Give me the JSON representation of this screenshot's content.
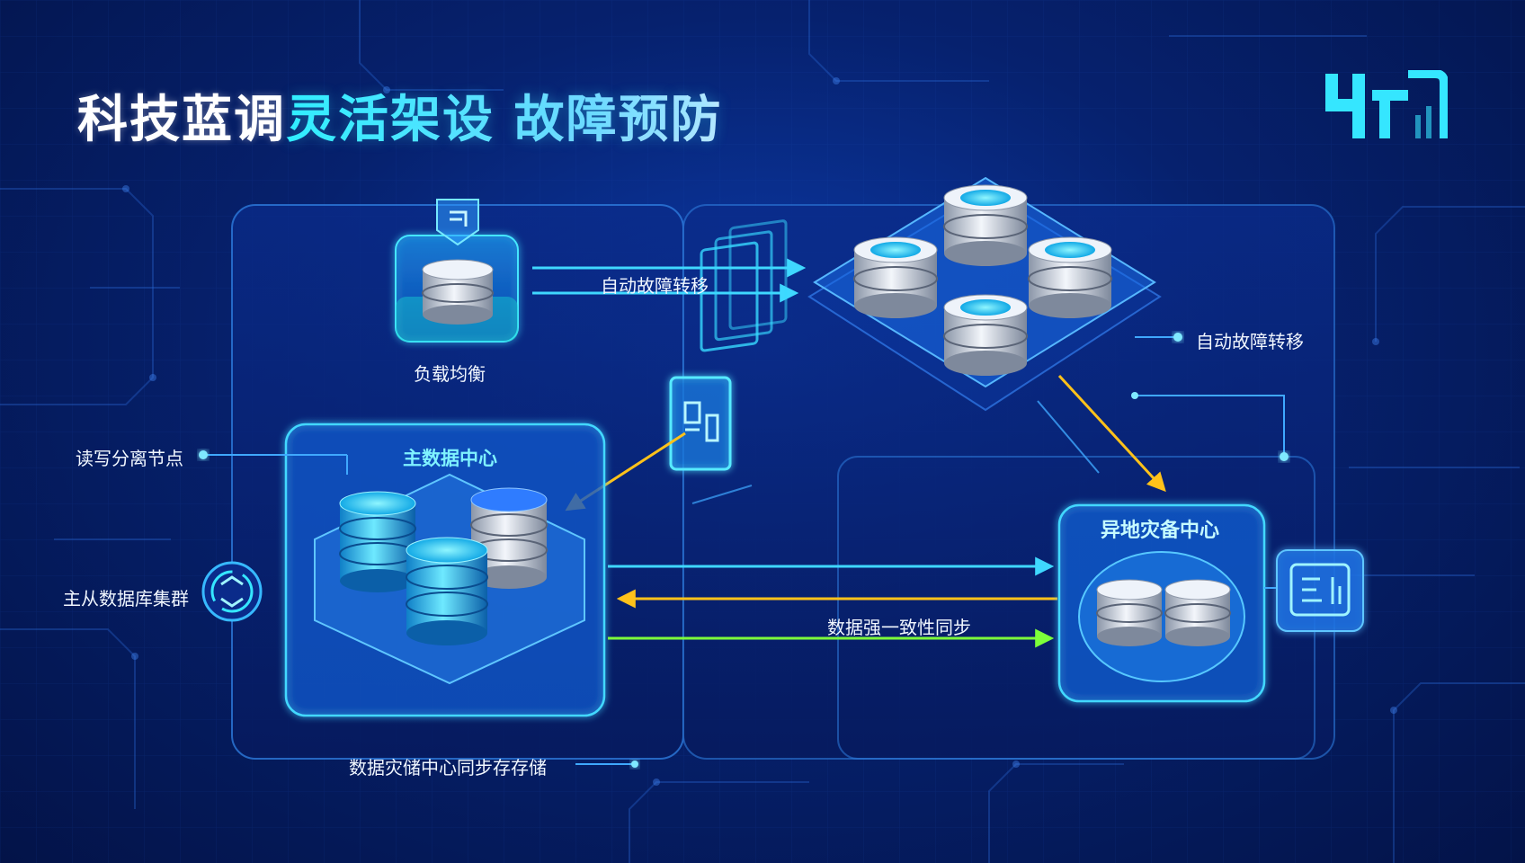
{
  "header": {
    "title_part1": "科技蓝调",
    "title_part2": "灵活架设 故障预防"
  },
  "diagram": {
    "top_node_label": "负载均衡",
    "arrow_top_label": "自动故障转移",
    "cluster_right_label": "自动故障转移",
    "left_label_rw": "读写分离节点",
    "left_label_cluster": "主从数据库集群",
    "main_dc_label": "主数据中心",
    "dr_center_label": "异地灾备中心",
    "sync_label": "数据强一致性同步",
    "bottom_label": "数据灾储中心同步存存储"
  },
  "icons": {
    "logo": "brand-logo-icon",
    "shield": "shield-icon",
    "gateway": "gateway-panel-icon",
    "sync": "sync-cycle-icon",
    "monitor": "monitor-dashboard-icon"
  },
  "colors": {
    "accent_cyan": "#35e6ff",
    "accent_blue": "#2f8cff",
    "arrow_yellow": "#ffc21a",
    "arrow_green": "#7dff3a",
    "background": "#06216e"
  }
}
